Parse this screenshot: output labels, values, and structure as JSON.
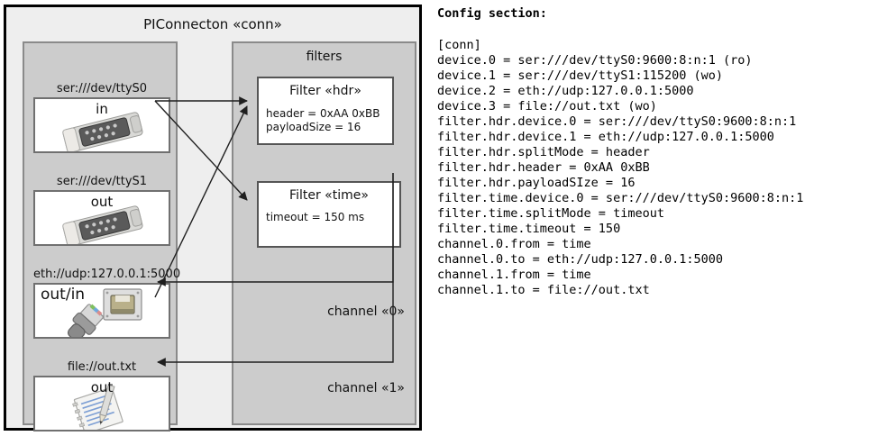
{
  "diagram": {
    "title": "PIConnecton «conn»",
    "devices_group": {
      "title": "",
      "items": [
        {
          "label": "ser:///dev/ttyS0",
          "direction": "in",
          "icon": "serial-port-icon"
        },
        {
          "label": "ser:///dev/ttyS1",
          "direction": "out",
          "icon": "serial-port-icon"
        },
        {
          "label": "eth://udp:127.0.0.1:5000",
          "direction": "out/in",
          "icon": "ethernet-jack-icon"
        },
        {
          "label": "file://out.txt",
          "direction": "out",
          "icon": "text-file-icon"
        }
      ]
    },
    "filters_group": {
      "title": "filters",
      "items": [
        {
          "title": "Filter «hdr»",
          "props": [
            "header = 0xAA 0xBB",
            "payloadSize = 16"
          ]
        },
        {
          "title": "Filter «time»",
          "props": [
            "timeout = 150 ms"
          ]
        }
      ]
    },
    "channels": [
      {
        "label": "channel «0»"
      },
      {
        "label": "channel «1»"
      }
    ]
  },
  "config": {
    "heading": "Config section:",
    "lines": [
      "[conn]",
      "device.0 = ser:///dev/ttyS0:9600:8:n:1 (ro)",
      "device.1 = ser:///dev/ttyS1:115200 (wo)",
      "device.2 = eth://udp:127.0.0.1:5000",
      "device.3 = file://out.txt (wo)",
      "filter.hdr.device.0 = ser:///dev/ttyS0:9600:8:n:1",
      "filter.hdr.device.1 = eth://udp:127.0.0.1:5000",
      "filter.hdr.splitMode = header",
      "filter.hdr.header = 0xAA 0xBB",
      "filter.hdr.payloadSIze = 16",
      "filter.time.device.0 = ser:///dev/ttyS0:9600:8:n:1",
      "filter.time.splitMode = timeout",
      "filter.time.timeout = 150",
      "channel.0.from = time",
      "channel.0.to = eth://udp:127.0.0.1:5000",
      "channel.1.from = time",
      "channel.1.to = file://out.txt"
    ]
  },
  "colors": {
    "page_background": "#ffffff",
    "outer_fill": "#eeeeee",
    "group_fill": "#cccccc",
    "card_fill": "#ffffff",
    "stroke": "#000000",
    "group_stroke": "#8a8a8a",
    "connector_stroke": "#333333"
  }
}
